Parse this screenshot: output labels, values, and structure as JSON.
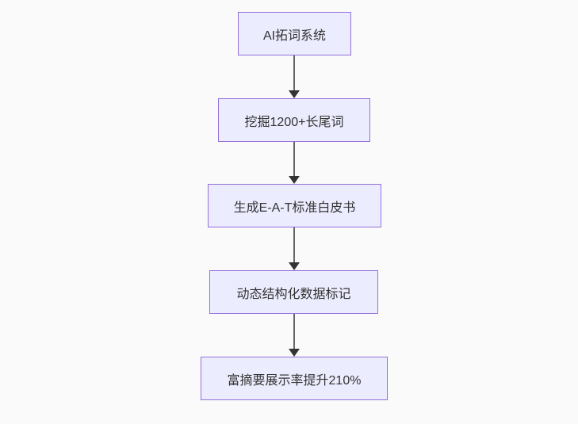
{
  "flowchart": {
    "type": "vertical-flow",
    "nodes": [
      {
        "id": "step-1",
        "label": "AI拓词系统"
      },
      {
        "id": "step-2",
        "label": "挖掘1200+长尾词"
      },
      {
        "id": "step-3",
        "label": "生成E-A-T标准白皮书"
      },
      {
        "id": "step-4",
        "label": "动态结构化数据标记"
      },
      {
        "id": "step-5",
        "label": "富摘要展示率提升210%"
      }
    ],
    "edges": [
      {
        "from": "step-1",
        "to": "step-2"
      },
      {
        "from": "step-2",
        "to": "step-3"
      },
      {
        "from": "step-3",
        "to": "step-4"
      },
      {
        "from": "step-4",
        "to": "step-5"
      }
    ],
    "colors": {
      "background": "#fafafa",
      "node_fill": "#ECECFF",
      "node_border": "#9370DB",
      "node_text": "#333333",
      "edge_line": "#666666",
      "edge_arrowhead": "#333333"
    }
  }
}
